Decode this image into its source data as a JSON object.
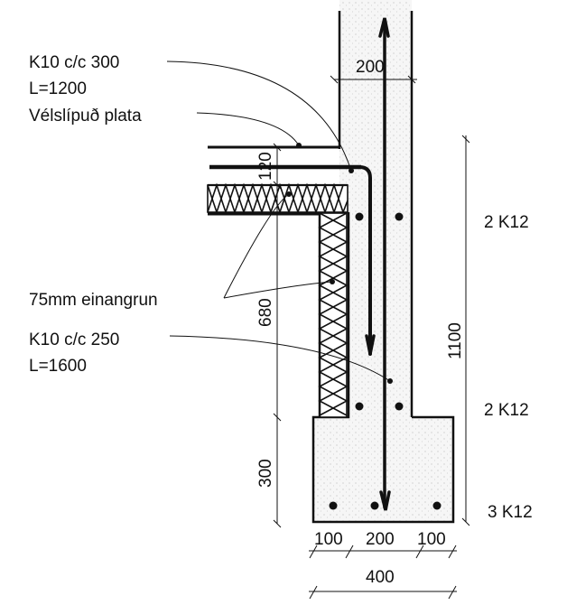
{
  "colors": {
    "ink": "#111111",
    "concrete": "#f4f4f4",
    "background": "#ffffff"
  },
  "callouts": {
    "rebar_top_spacing": "K10 c/c 300",
    "rebar_top_length": "L=1200",
    "slab_finish": "Vélslípuð plata",
    "insulation": "75mm einangrun",
    "rebar_wall_spacing": "K10 c/c 250",
    "rebar_wall_length": "L=1600"
  },
  "dimensions": {
    "wall_thickness": "200",
    "slab_thickness": "120",
    "insulation_depth": "680",
    "footing_height": "300",
    "wall_height": "1100",
    "footing_left": "100",
    "footing_middle": "200",
    "footing_right": "100",
    "footing_total": "400"
  },
  "reinforcement": {
    "upper_wall_bars": "2 K12",
    "lower_wall_bars": "2 K12",
    "footing_bars": "3 K12"
  }
}
